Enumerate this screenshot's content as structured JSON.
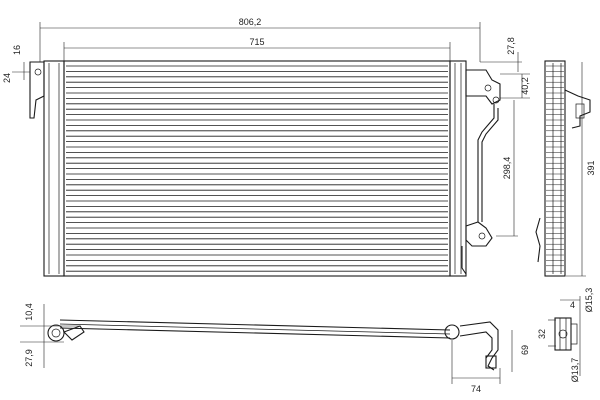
{
  "dimensions": {
    "overall_width": "806,2",
    "core_width": "715",
    "height_391": "391",
    "height_298_4": "298,4",
    "top_27_8": "27,8",
    "bracket_40_2": "40,2",
    "top_16": "16",
    "top_24": "24",
    "side_10_4": "10,4",
    "side_27_9": "27,9",
    "bottom_74": "74",
    "bottom_69": "69",
    "right_4": "4",
    "right_32": "32",
    "dia_15_3": "Ø15,3",
    "dia_13_7": "Ø13,7"
  }
}
